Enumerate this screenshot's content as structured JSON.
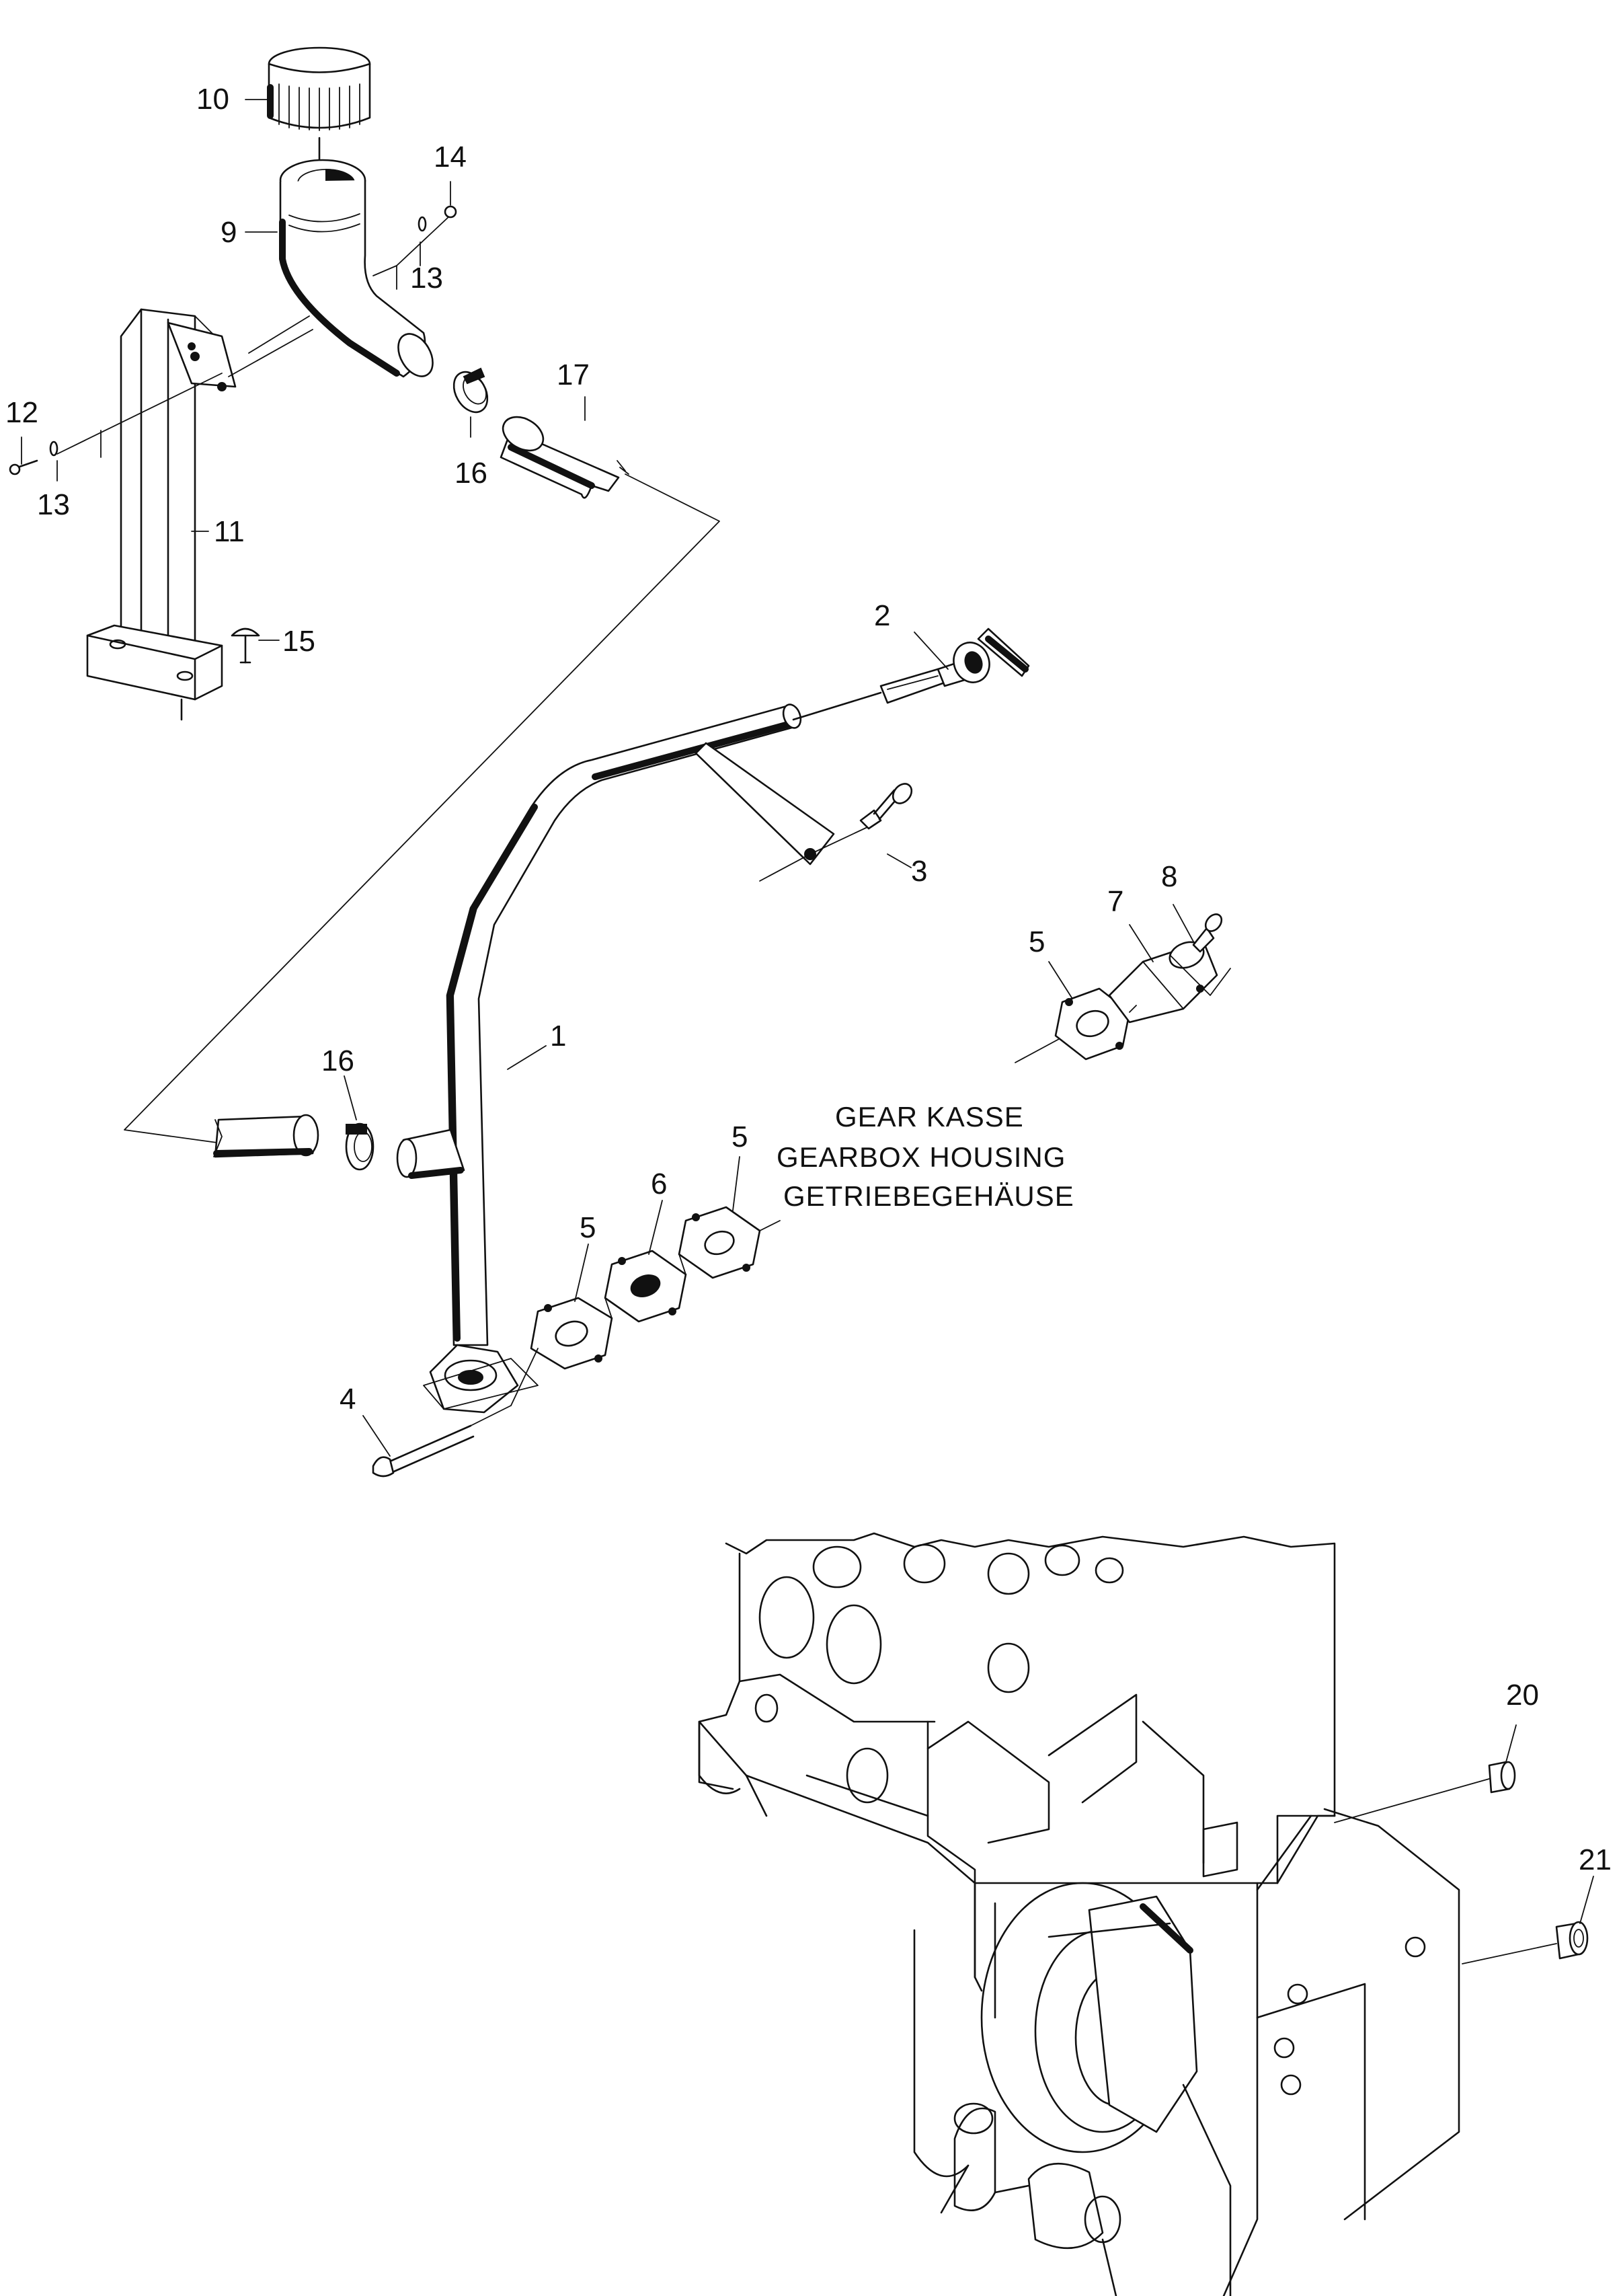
{
  "callouts": {
    "p1": "1",
    "p2": "2",
    "p3": "3",
    "p4": "4",
    "p5a": "5",
    "p5b": "5",
    "p5c": "5",
    "p6": "6",
    "p7": "7",
    "p8": "8",
    "p9": "9",
    "p10": "10",
    "p11": "11",
    "p12": "12",
    "p13a": "13",
    "p13b": "13",
    "p14": "14",
    "p15": "15",
    "p16a": "16",
    "p16b": "16",
    "p17": "17",
    "p20": "20",
    "p21": "21"
  },
  "housing_label": {
    "line1": "GEAR KASSE",
    "line2": "GEARBOX HOUSING",
    "line3": "GETRIEBEGEHÄUSE"
  }
}
